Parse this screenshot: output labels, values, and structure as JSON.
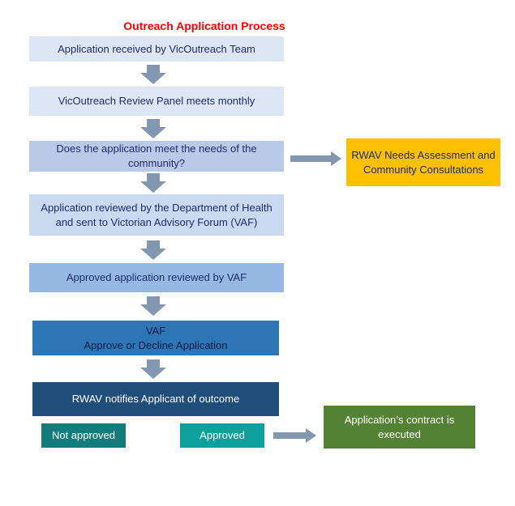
{
  "title": "Outreach Application Process",
  "steps": {
    "received": "Application received by VicOutreach Team",
    "panel": "VicOutreach Review Panel meets monthly",
    "needs_question": "Does the application meet the needs of the community?",
    "dept_review": "Application reviewed by the Department of Health and sent to Victorian Advisory Forum (VAF)",
    "approved_review": "Approved application reviewed by VAF",
    "vaf_line1": "VAF",
    "vaf_line2": "Approve or Decline Application",
    "notify": "RWAV notifies Applicant of outcome"
  },
  "outcomes": {
    "not_approved": "Not approved",
    "approved": "Approved"
  },
  "side": {
    "rwav_assessment": "RWAV Needs Assessment and Community Consultations",
    "contract": "Application’s contract is executed"
  },
  "colors": {
    "title": "#ff0000",
    "arrow": "#8497b0",
    "rwav": "#ffc000",
    "contract": "#548235",
    "vaf": "#2e75b6",
    "notify": "#1e4e79"
  }
}
